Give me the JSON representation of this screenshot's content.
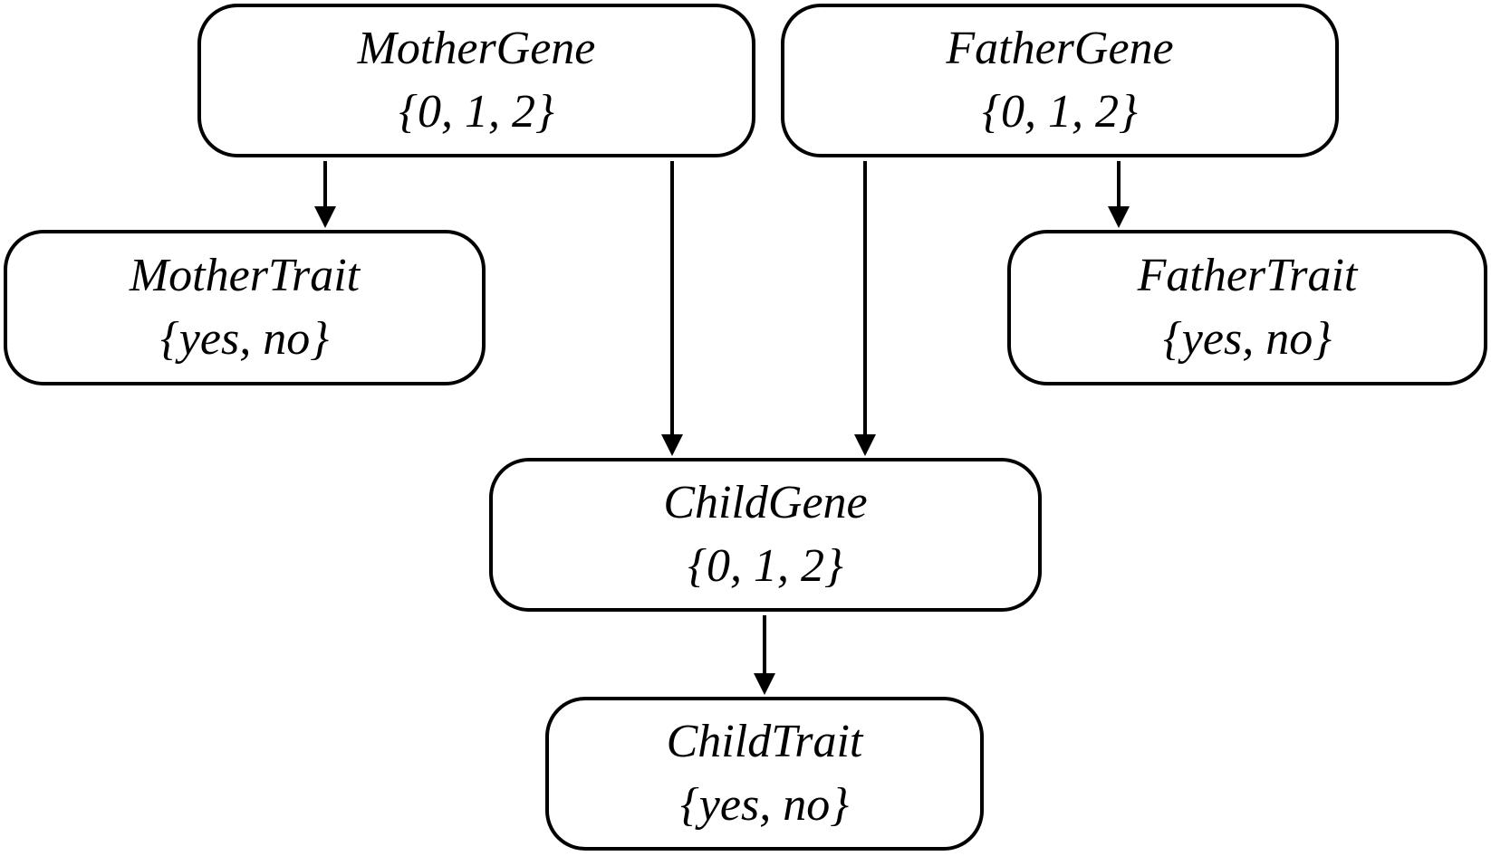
{
  "nodes": {
    "mother_gene": {
      "name": "MotherGene",
      "values": "{0, 1, 2}"
    },
    "father_gene": {
      "name": "FatherGene",
      "values": "{0, 1, 2}"
    },
    "mother_trait": {
      "name": "MotherTrait",
      "values": "{yes, no}"
    },
    "father_trait": {
      "name": "FatherTrait",
      "values": "{yes, no}"
    },
    "child_gene": {
      "name": "ChildGene",
      "values": "{0, 1, 2}"
    },
    "child_trait": {
      "name": "ChildTrait",
      "values": "{yes, no}"
    }
  },
  "edges": [
    {
      "from": "MotherGene",
      "to": "MotherTrait"
    },
    {
      "from": "MotherGene",
      "to": "ChildGene"
    },
    {
      "from": "FatherGene",
      "to": "ChildGene"
    },
    {
      "from": "FatherGene",
      "to": "FatherTrait"
    },
    {
      "from": "ChildGene",
      "to": "ChildTrait"
    }
  ],
  "colors": {
    "stroke": "#000000",
    "background": "#ffffff",
    "text": "#000000"
  }
}
